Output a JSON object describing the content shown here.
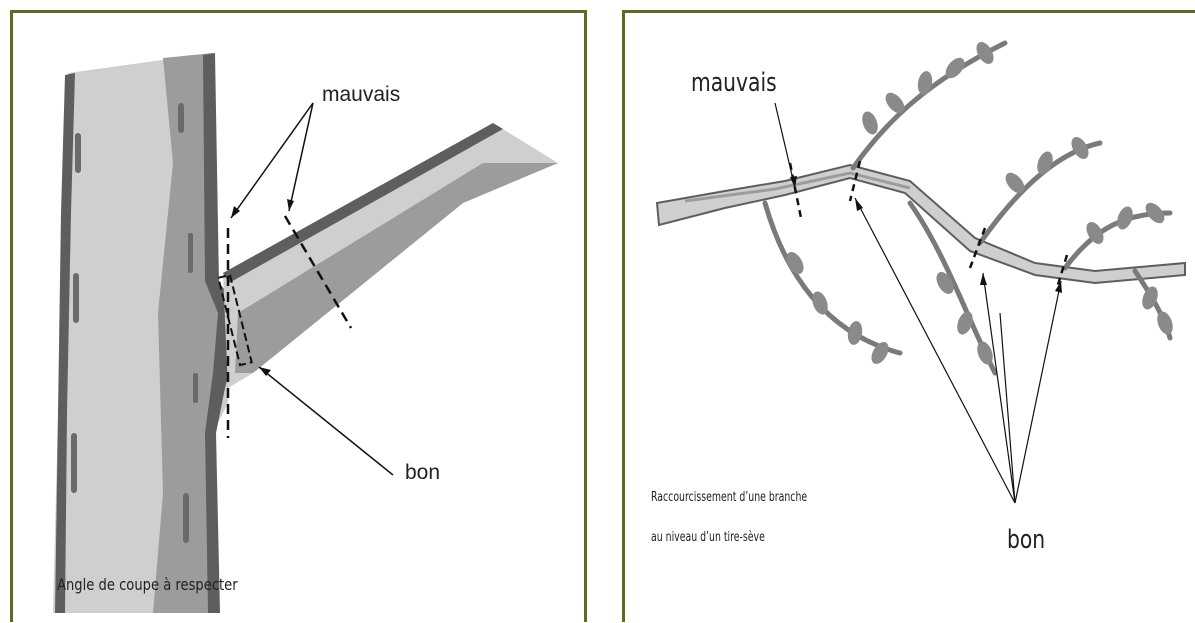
{
  "left_panel": {
    "label_bad": "mauvais",
    "label_good": "bon",
    "caption": "Angle de coupe à respecter"
  },
  "right_panel": {
    "label_bad": "mauvais",
    "label_good": "bon",
    "caption_line1": "Raccourcissement d’une branche",
    "caption_line2": "au niveau d’un tire-sève"
  },
  "colors": {
    "frame": "#5a6a2c",
    "bark_light": "#cfcfcf",
    "bark_mid": "#9c9c9c",
    "bark_dark": "#5e5e5e",
    "leaf": "#8a8a8a"
  }
}
